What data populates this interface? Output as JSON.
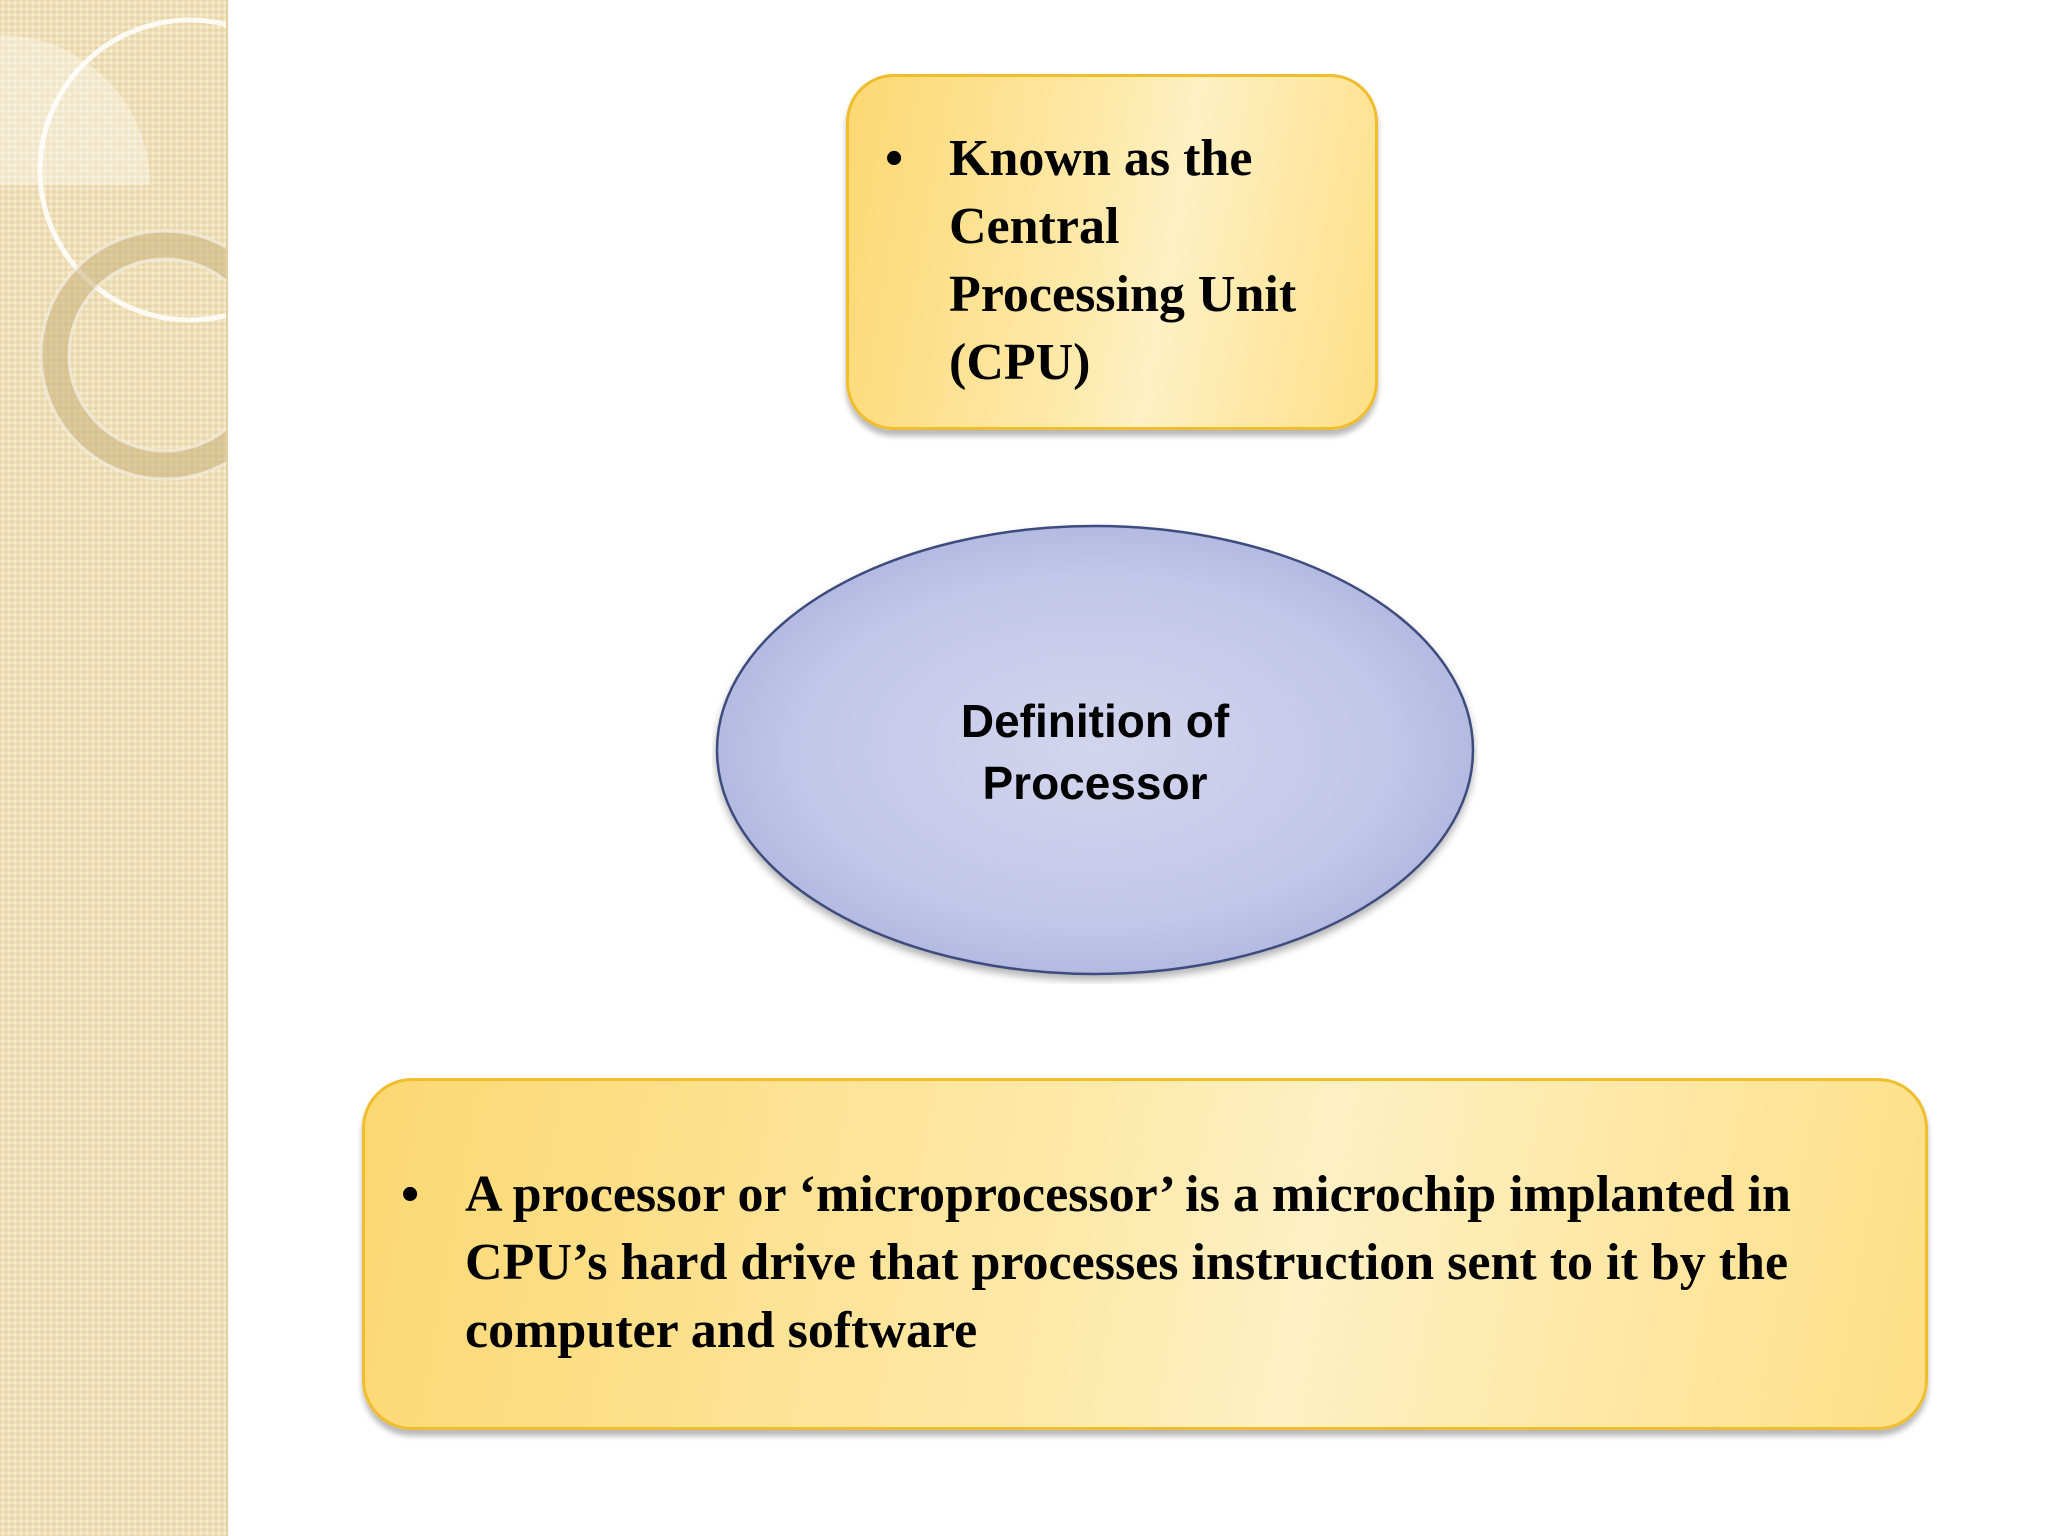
{
  "colors": {
    "box_border": "#f0bd2c",
    "box_fill": "#fde9a9",
    "ellipse_fill": "#c5c9e8",
    "ellipse_stroke": "#3e4c7e",
    "side_strip": "#efdfb6"
  },
  "diagram": {
    "top_box": {
      "bullet": "•",
      "text": "Known as the Central Processing Unit (CPU)"
    },
    "center": {
      "line1": "Definition of",
      "line2": "Processor"
    },
    "bottom_box": {
      "bullet": "•",
      "text": "A processor or ‘microprocessor’ is a microchip implanted in CPU’s hard drive that processes instruction sent to it by the computer and software"
    }
  }
}
